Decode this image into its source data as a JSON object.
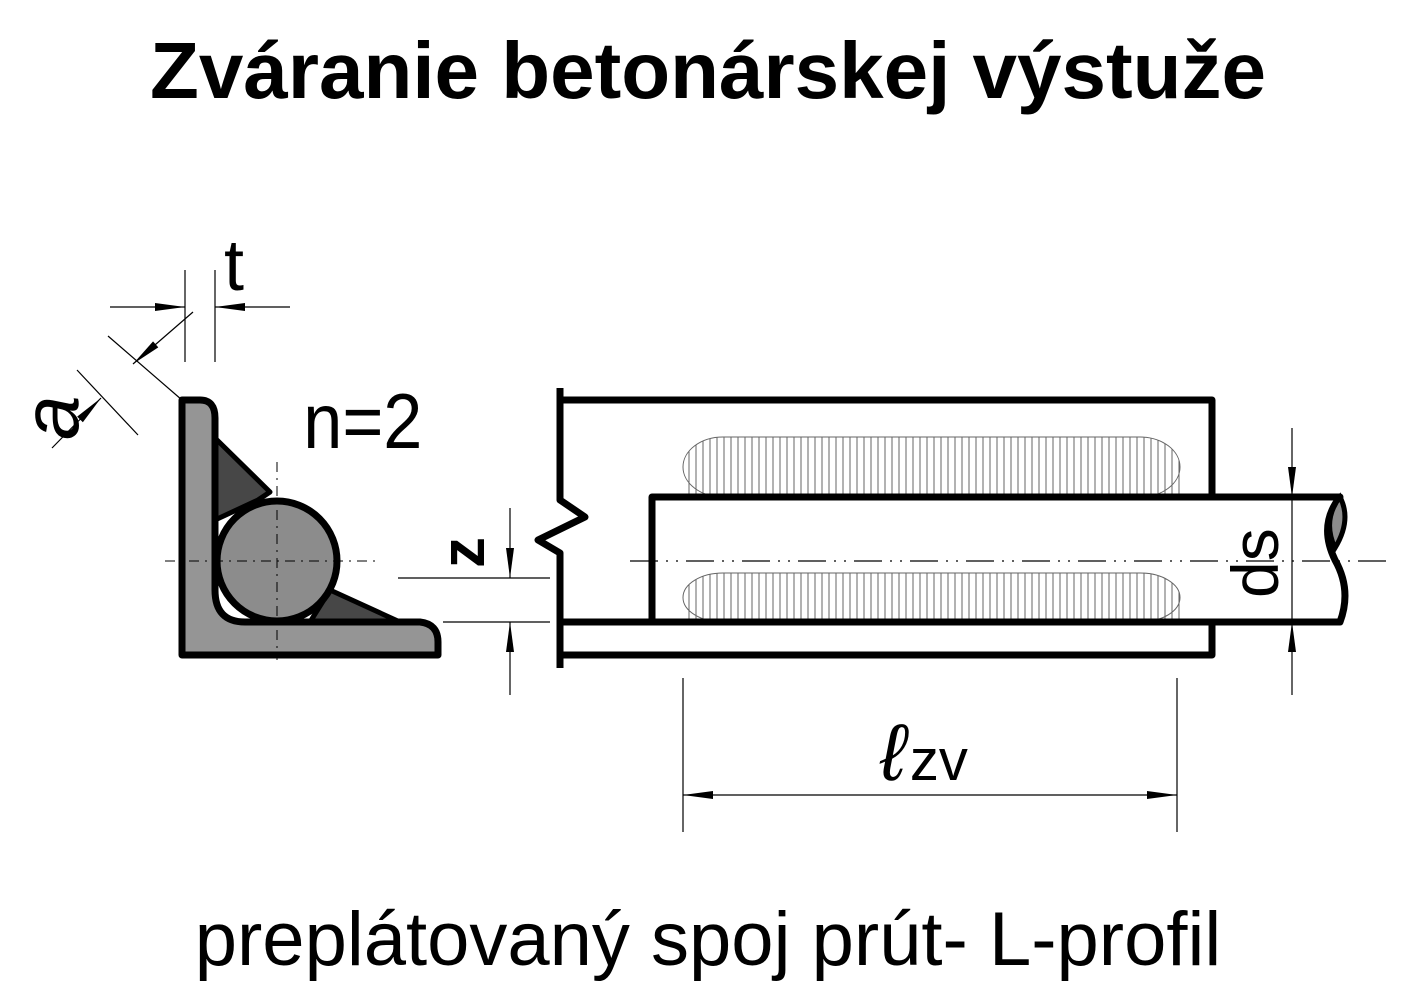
{
  "title": "Zváranie betonárskej výstuže",
  "subtitle": "preplátovaný spoj prút- L-profil",
  "labels": {
    "t": "t",
    "a": "a",
    "n": "n=2",
    "z": "z",
    "ds": "ds",
    "lzv_l": "ℓ",
    "lzv_sub": "zv"
  },
  "colors": {
    "profile": "#959595",
    "weld": "#474747",
    "bar": "#8c8c8c",
    "line": "#000000"
  }
}
